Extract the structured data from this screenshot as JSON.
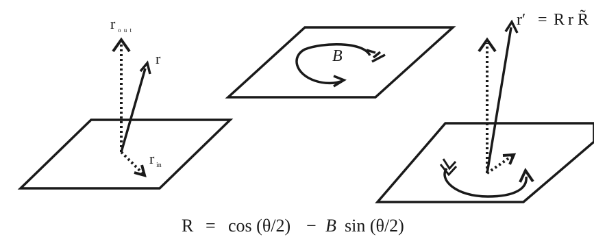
{
  "labels": {
    "r_out": "r",
    "r_out_sub": "o u t",
    "r": "r",
    "r_in": "r",
    "r_in_sub": "in",
    "bivector": "B",
    "r_prime_symbol": "r′",
    "equals": "=",
    "rotor_expr_R": "R",
    "rotor_expr_r": "r",
    "rotor_reverse": "R̃"
  },
  "equation": {
    "lhs": "R",
    "eq": "=",
    "cos_part": "cos (θ/2)",
    "minus": "−",
    "B": "B",
    "sin_part": "sin (θ/2)"
  },
  "colors": {
    "ink": "#1a1a1a",
    "background": "#ffffff"
  }
}
